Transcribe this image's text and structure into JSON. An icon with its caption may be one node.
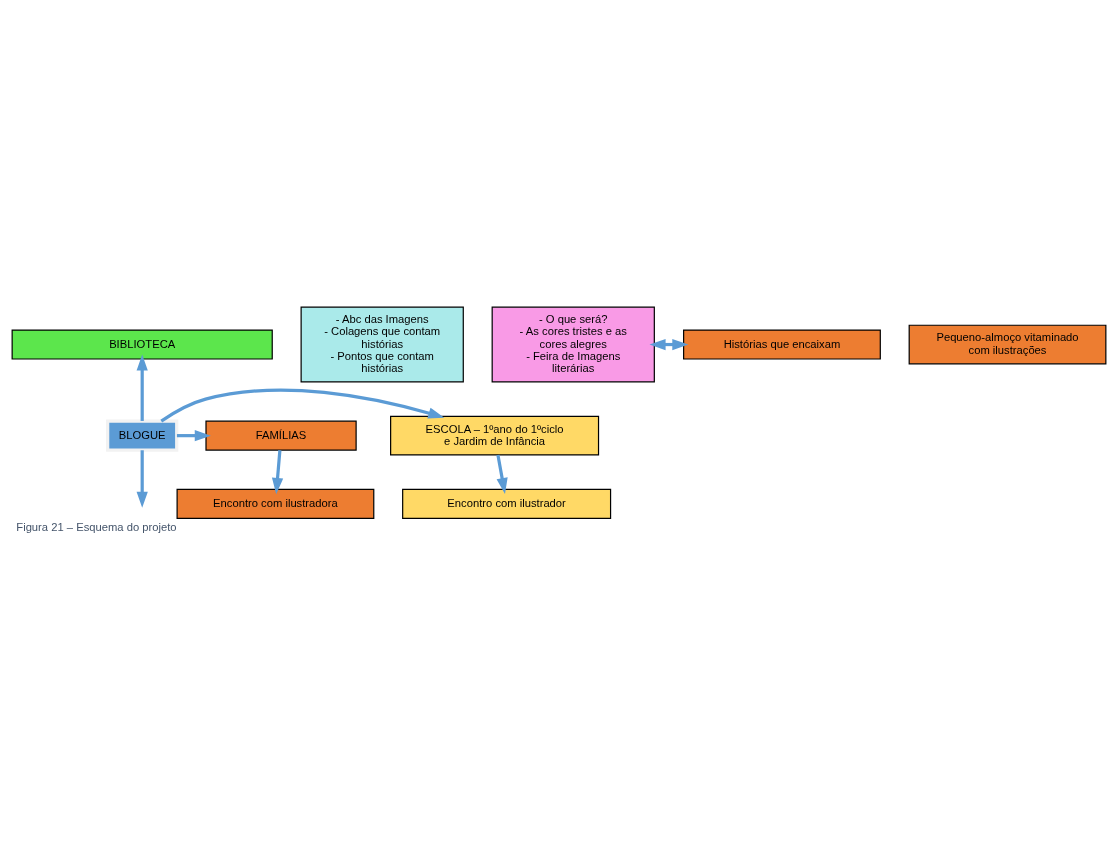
{
  "diagram": {
    "caption": "Figura 21 – Esquema do projeto",
    "nodes": [
      {
        "text": [
          "BIBLIOTECA"
        ]
      },
      {
        "text": [
          "ESCOLA – 1ºano do 1ºciclo e Jardim de Infância"
        ]
      },
      {
        "text": [
          "BLOGUE"
        ]
      },
      {
        "text": [
          "FAMÍLIAS"
        ]
      },
      {
        "text": [
          "Encontro com ilustrador"
        ]
      },
      {
        "text": [
          "Encontro com ilustradora"
        ]
      },
      {
        "text": [
          "- Abc das Imagens",
          "- Colagens que contam histórias",
          "- Pontos que contam histórias"
        ]
      },
      {
        "text": [
          "- O que será?",
          "- As cores tristes e as cores alegres",
          "- Feira de Imagens literárias"
        ]
      },
      {
        "text": [
          "Pequeno-almoço vitaminado com ilustrações"
        ]
      },
      {
        "text": [
          "Histórias que encaixam"
        ]
      }
    ],
    "edges": [
      {
        "from": 2,
        "to": 0,
        "arrow": "to"
      },
      {
        "from": 2,
        "to": 1,
        "arrow": "to"
      },
      {
        "from": 2,
        "to": 3,
        "arrow": "to"
      },
      {
        "from": 2,
        "to": null,
        "arrow": "to"
      },
      {
        "from": 1,
        "to": 4,
        "arrow": "to"
      },
      {
        "from": 3,
        "to": 5,
        "arrow": "to"
      },
      {
        "from": 7,
        "to": 9,
        "arrow": "both"
      }
    ]
  }
}
